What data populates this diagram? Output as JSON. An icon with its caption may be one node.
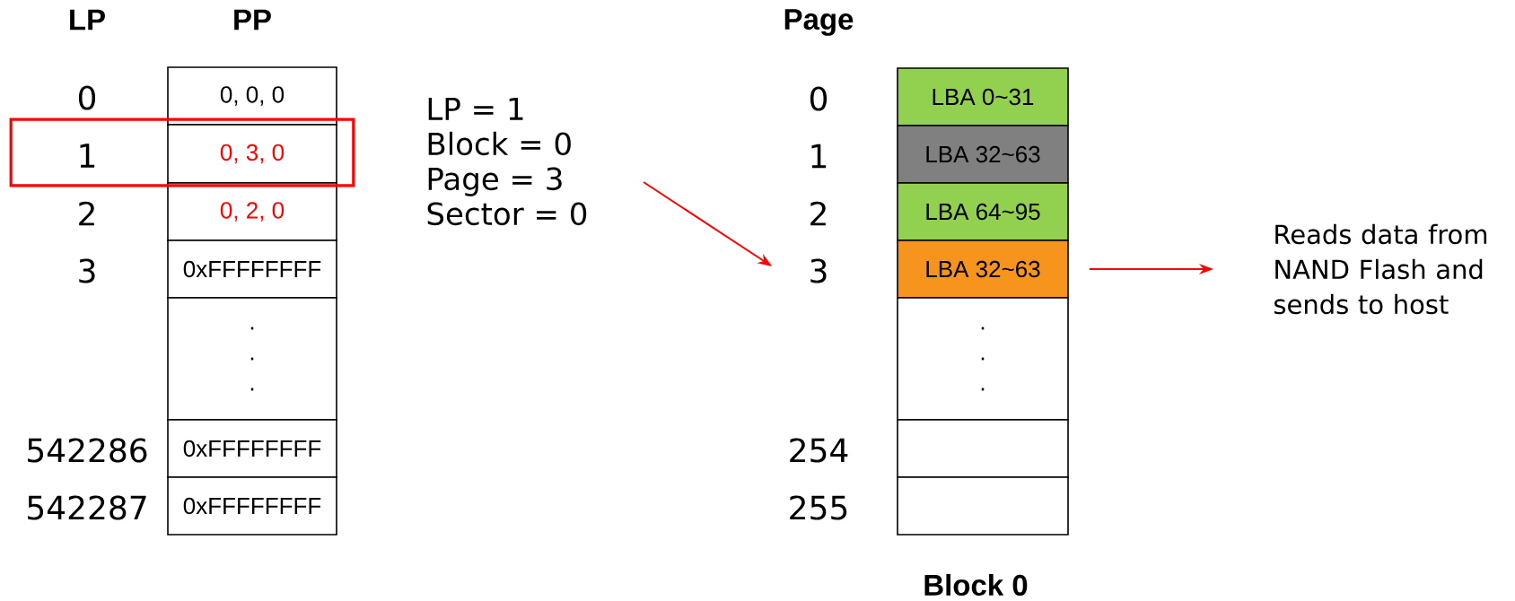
{
  "diagram": {
    "nodes": [
      {
        "text": [
          "0, 0, 0"
        ],
        "beside": [
          "0"
        ]
      },
      {
        "text": [],
        "shape": "box"
      },
      {
        "text": [
          "0, 3, 0"
        ],
        "beside": [
          "1"
        ],
        "in": 1
      },
      {
        "text": [
          "0, 2, 0"
        ],
        "beside": [
          "2"
        ]
      },
      {
        "text": [
          "0xFFFFFFFF"
        ],
        "beside": [
          "3"
        ]
      },
      {
        "text": [
          ".",
          ".",
          "."
        ]
      },
      {
        "text": [
          "0xFFFFFFFF"
        ],
        "beside": [
          "542286"
        ]
      },
      {
        "text": [
          "0xFFFFFFFF"
        ],
        "beside": [
          "542287"
        ]
      },
      {
        "text": [
          "LP = 1",
          "Block = 0",
          "Page = 3",
          "Sector = 0"
        ]
      },
      {
        "text": [
          "LBA 0~31"
        ],
        "beside": [
          "0"
        ]
      },
      {
        "text": [
          "LBA 32~63"
        ],
        "beside": [
          "1"
        ]
      },
      {
        "text": [
          "LBA 64~95"
        ],
        "beside": [
          "2"
        ]
      },
      {
        "text": [
          "LBA 32~63"
        ],
        "beside": [
          "3"
        ]
      },
      {
        "text": [
          ".",
          ".",
          "."
        ]
      },
      {
        "text": [],
        "shape": "box",
        "beside": [
          "254"
        ]
      },
      {
        "text": [],
        "shape": "box",
        "beside": [
          "255"
        ]
      },
      {
        "text": [
          "Reads data from NAND Flash and sends to host"
        ]
      }
    ],
    "edges": [
      {
        "from": 8,
        "to": 12,
        "arrow": "to"
      },
      {
        "from": 12,
        "to": 16,
        "arrow": "to"
      }
    ],
    "labels": [
      "LP",
      "PP",
      "Page",
      "Block 0"
    ]
  }
}
